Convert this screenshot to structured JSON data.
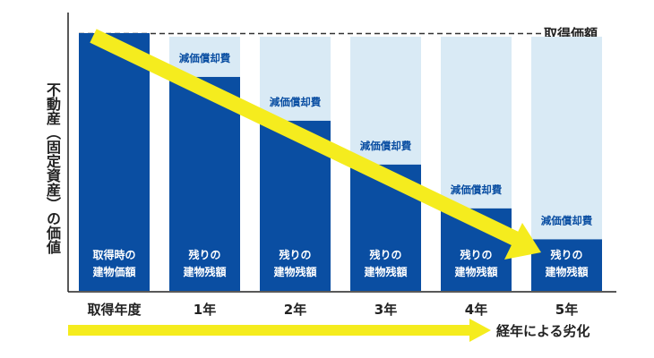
{
  "chart_data": {
    "type": "bar",
    "ylabel": "不動産（固定資産）の価値",
    "xlabel": "経年による劣化",
    "reference_label": "取得価額",
    "categories": [
      "取得年度",
      "1年",
      "2年",
      "3年",
      "4年",
      "5年"
    ],
    "values": [
      100,
      83,
      66,
      49,
      32,
      20
    ],
    "depreciation_label": "減価償却費",
    "bar_labels": [
      [
        "取得時の",
        "建物価額"
      ],
      [
        "残りの",
        "建物残額"
      ],
      [
        "残りの",
        "建物残額"
      ],
      [
        "残りの",
        "建物残額"
      ],
      [
        "残りの",
        "建物残額"
      ],
      [
        "残りの",
        "建物残額"
      ]
    ],
    "ylim": [
      0,
      100
    ]
  },
  "colors": {
    "bar": "#0a4ea2",
    "depreciation": "#d9eaf5",
    "depreciation_text": "#0a4ea2",
    "arrow": "#f5ec1e",
    "axis": "#222222",
    "dashed": "#333333"
  }
}
